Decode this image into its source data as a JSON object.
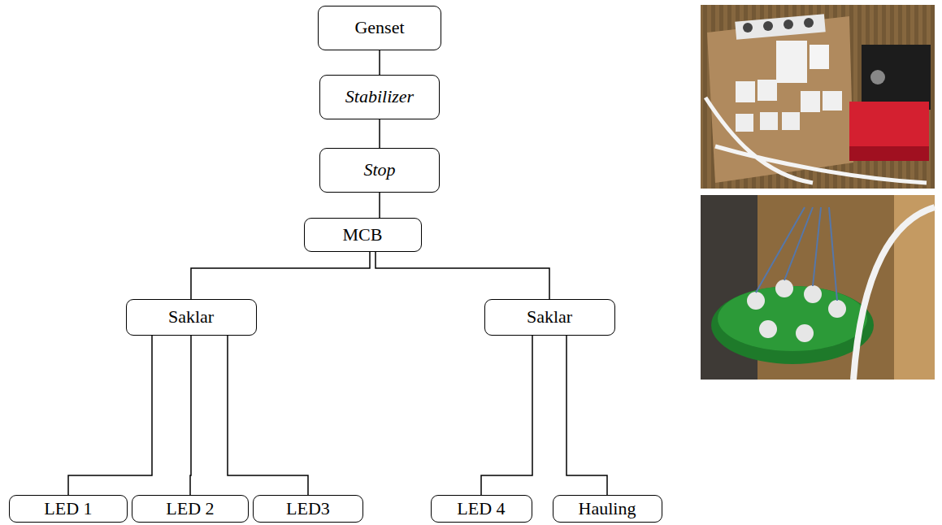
{
  "diagram": {
    "nodes": [
      {
        "text": [
          "Genset"
        ]
      },
      {
        "text": [
          "Stabilizer"
        ]
      },
      {
        "text": [
          "Stop"
        ]
      },
      {
        "text": [
          "MCB"
        ]
      },
      {
        "text": [
          "Saklar"
        ]
      },
      {
        "text": [
          "Saklar"
        ]
      },
      {
        "text": [
          "LED 1"
        ]
      },
      {
        "text": [
          "LED 2"
        ]
      },
      {
        "text": [
          "LED3"
        ]
      },
      {
        "text": [
          "LED 4"
        ]
      },
      {
        "text": [
          "Hauling"
        ]
      }
    ],
    "edges": [
      {
        "from": 0,
        "to": 1,
        "arrow": "none"
      },
      {
        "from": 1,
        "to": 2,
        "arrow": "none"
      },
      {
        "from": 2,
        "to": 3,
        "arrow": "none"
      },
      {
        "from": 3,
        "to": 4,
        "arrow": "none"
      },
      {
        "from": 3,
        "to": 5,
        "arrow": "none"
      },
      {
        "from": 4,
        "to": 6,
        "arrow": "none"
      },
      {
        "from": 4,
        "to": 7,
        "arrow": "none"
      },
      {
        "from": 4,
        "to": 8,
        "arrow": "none"
      },
      {
        "from": 5,
        "to": 9,
        "arrow": "none"
      },
      {
        "from": 5,
        "to": 10,
        "arrow": "none"
      }
    ]
  }
}
